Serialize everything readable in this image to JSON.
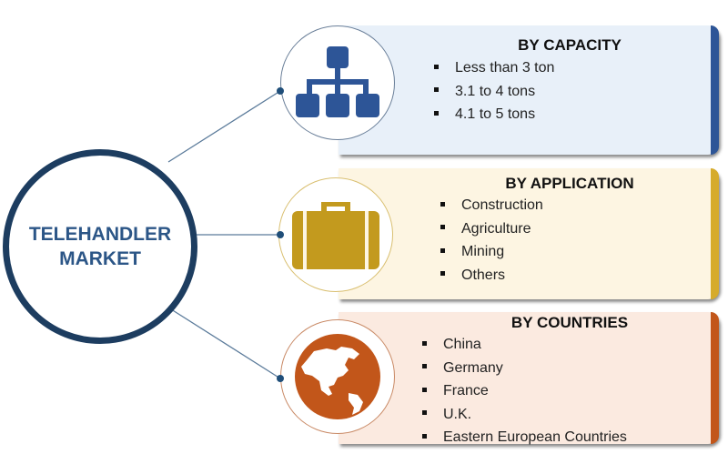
{
  "center": {
    "line1": "TELEHANDLER",
    "line2": "MARKET"
  },
  "segments": [
    {
      "title": "BY CAPACITY",
      "icon": "hierarchy-icon",
      "color": "#2d5597",
      "bg": "#e8f0f9",
      "items": [
        "Less than 3 ton",
        "3.1 to 4 tons",
        "4.1 to 5 tons"
      ]
    },
    {
      "title": "BY APPLICATION",
      "icon": "briefcase-icon",
      "color": "#c39a1e",
      "bg": "#fdf5e2",
      "items": [
        "Construction",
        "Agriculture",
        "Mining",
        "Others"
      ]
    },
    {
      "title": "BY COUNTRIES",
      "icon": "globe-icon",
      "color": "#c2561a",
      "bg": "#fbeae0",
      "items": [
        "China",
        "Germany",
        "France",
        "U.K.",
        "Eastern European Countries"
      ]
    }
  ]
}
